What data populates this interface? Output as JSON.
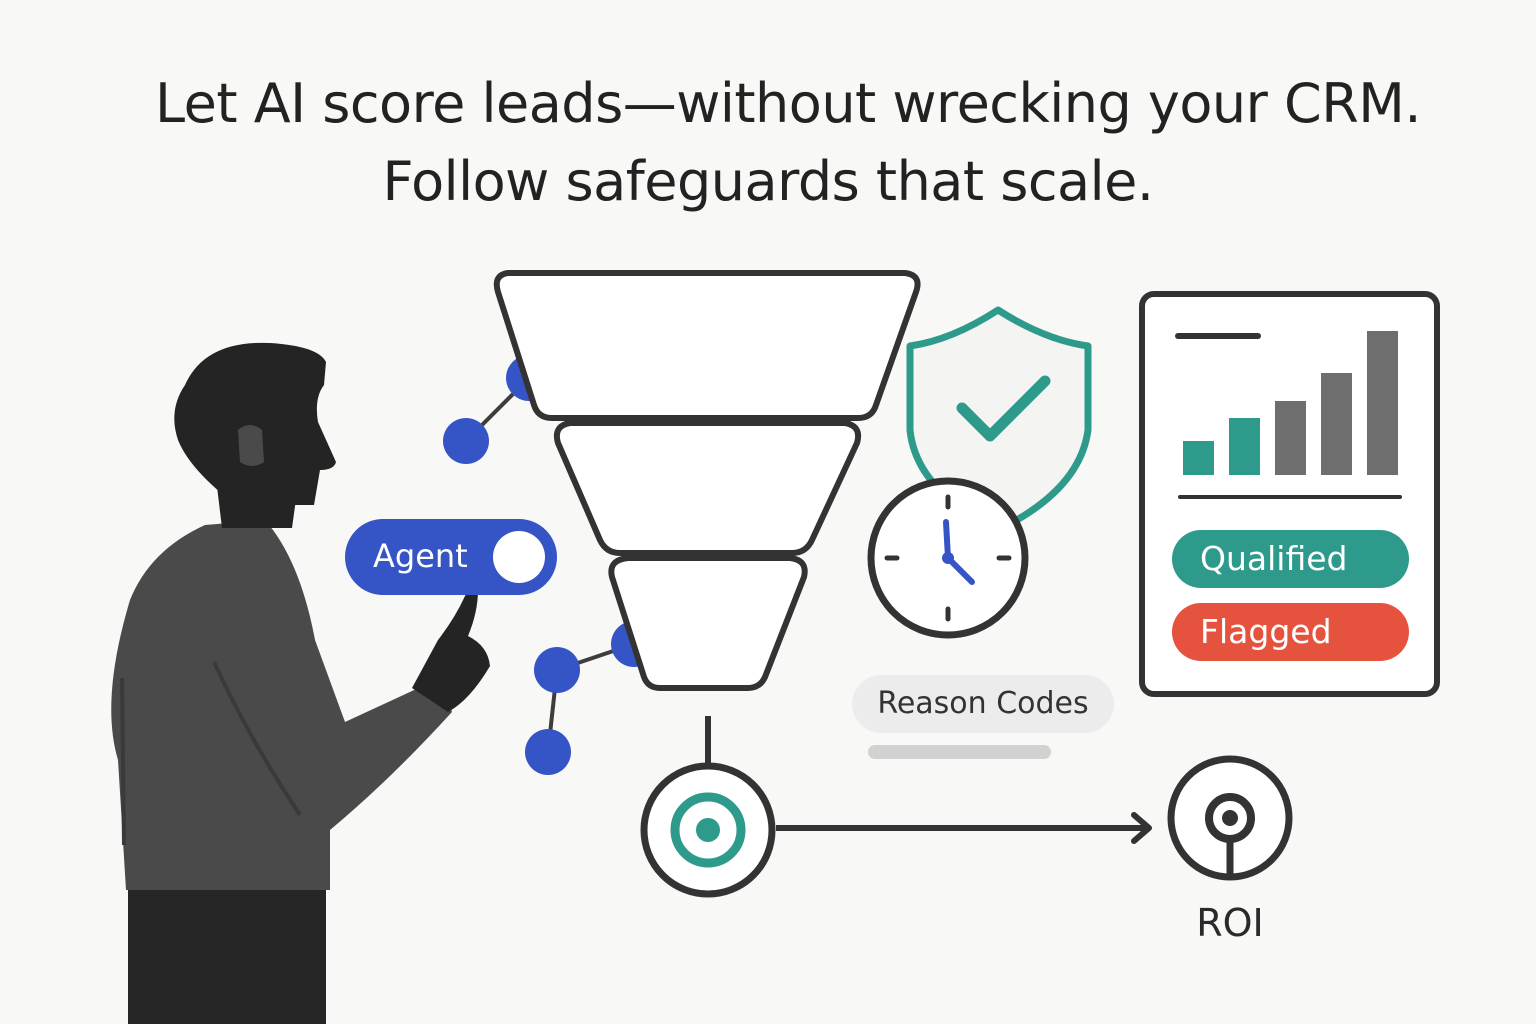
{
  "headline": {
    "line1": "Let AI score leads—without wrecking your CRM.",
    "line2": "Follow safeguards that scale."
  },
  "toggle": {
    "label": "Agent",
    "state": "on"
  },
  "report_card": {
    "status_labels": {
      "qualified": "Qualified",
      "flagged": "Flagged"
    }
  },
  "reason_codes": {
    "label": "Reason Codes"
  },
  "roi": {
    "label": "ROI"
  },
  "colors": {
    "blue": "#3554c6",
    "teal": "#2e9a8c",
    "red": "#e5533f",
    "dark": "#2a2a2a",
    "gray": "#6e6e6e"
  },
  "icons": [
    "person-silhouette",
    "funnel-icon",
    "shield-check-icon",
    "clock-icon",
    "bar-chart-icon",
    "target-icon",
    "location-pin-icon",
    "network-nodes-icon"
  ]
}
